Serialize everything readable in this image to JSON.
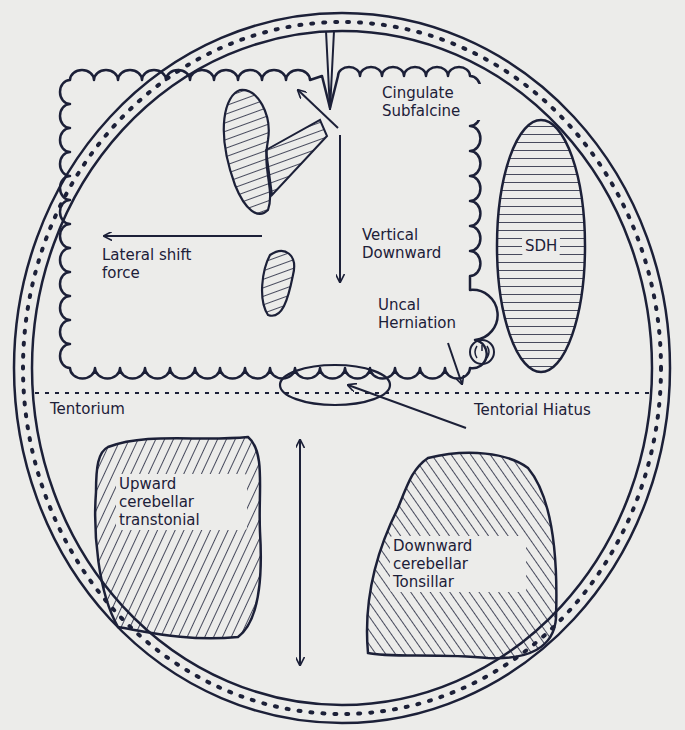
{
  "diagram": {
    "nodes": [
      {
        "text": [
          "SDH"
        ]
      },
      {
        "text": [
          "Upward cerebellar transtonial"
        ]
      },
      {
        "text": [
          "Downward cerebellar Tonsillar"
        ]
      }
    ],
    "labels": [
      "Cingulate Subfalcine",
      "Lateral shift force",
      "Vertical Downward",
      "Uncal Herniation",
      "Tentorium",
      "Tentorial Hiatus"
    ]
  }
}
